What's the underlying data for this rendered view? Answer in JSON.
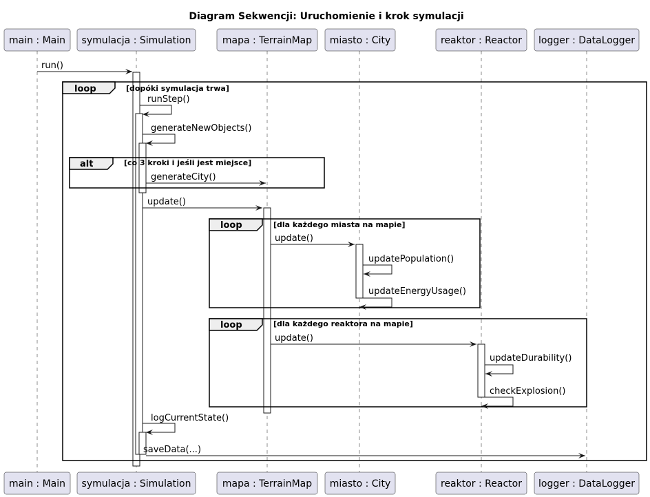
{
  "title": "Diagram Sekwencji: Uruchomienie i krok symulacji",
  "participants": [
    {
      "id": "main",
      "label": "main : Main"
    },
    {
      "id": "sym",
      "label": "symulacja : Simulation"
    },
    {
      "id": "mapa",
      "label": "mapa : TerrainMap"
    },
    {
      "id": "miasto",
      "label": "miasto : City"
    },
    {
      "id": "reaktor",
      "label": "reaktor : Reactor"
    },
    {
      "id": "logger",
      "label": "logger : DataLogger"
    }
  ],
  "frames": [
    {
      "type": "loop",
      "condition": "[dopóki symulacja trwa]"
    },
    {
      "type": "alt",
      "condition": "[co 3 kroki i jeśli jest miejsce]"
    },
    {
      "type": "loop",
      "condition": "[dla każdego miasta na mapie]"
    },
    {
      "type": "loop",
      "condition": "[dla każdego reaktora na mapie]"
    }
  ],
  "messages": [
    {
      "from": "main",
      "to": "sym",
      "label": "run()"
    },
    {
      "from": "sym",
      "to": "sym",
      "label": "runStep()"
    },
    {
      "from": "sym",
      "to": "sym",
      "label": "generateNewObjects()"
    },
    {
      "from": "sym",
      "to": "mapa",
      "label": "generateCity()"
    },
    {
      "from": "sym",
      "to": "mapa",
      "label": "update()"
    },
    {
      "from": "mapa",
      "to": "miasto",
      "label": "update()"
    },
    {
      "from": "miasto",
      "to": "miasto",
      "label": "updatePopulation()"
    },
    {
      "from": "miasto",
      "to": "miasto",
      "label": "updateEnergyUsage()"
    },
    {
      "from": "mapa",
      "to": "reaktor",
      "label": "update()"
    },
    {
      "from": "reaktor",
      "to": "reaktor",
      "label": "updateDurability()"
    },
    {
      "from": "reaktor",
      "to": "reaktor",
      "label": "checkExplosion()"
    },
    {
      "from": "sym",
      "to": "sym",
      "label": "logCurrentState()"
    },
    {
      "from": "sym",
      "to": "logger",
      "label": "saveData(...)"
    }
  ]
}
